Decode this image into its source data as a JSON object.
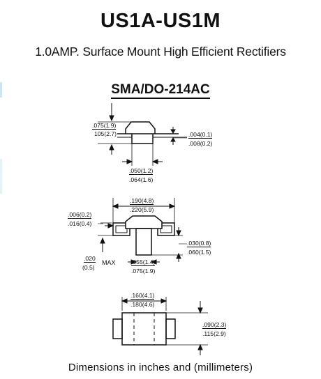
{
  "header": {
    "title": "US1A-US1M",
    "subtitle": "1.0AMP. Surface Mount  High Efficient Rectifiers",
    "package": "SMA/DO-214AC"
  },
  "view_top": {
    "height_min": ".075(1.9)",
    "height_max": "105(2.7)",
    "lead_thk_min": ".004(0.1)",
    "lead_thk_max": ".008(0.2)",
    "lead_w_min": ".050(1.2)",
    "lead_w_max": ".064(1.6)"
  },
  "view_side": {
    "overall_w_min": ".190(4.8)",
    "overall_w_max": ".220(5.9)",
    "lead_t_min": ".006(0.2)",
    "lead_t_max": ".016(0.4)",
    "standoff_min": ".020",
    "standoff_max": "(0.5)",
    "standoff_note": "MAX",
    "body_h_min": ".030(0.8)",
    "body_h_max": ".060(1.5)",
    "pad_w_min": ".055(1.4)",
    "pad_w_max": ".075(1.9)"
  },
  "view_bottom": {
    "body_w_min": ".160(4.1)",
    "body_w_max": ".180(4.6)",
    "body_h_min": ".090(2.3)",
    "body_h_max": ".115(2.9)"
  },
  "footer": {
    "note": "Dimensions in inches and (millimeters)"
  }
}
